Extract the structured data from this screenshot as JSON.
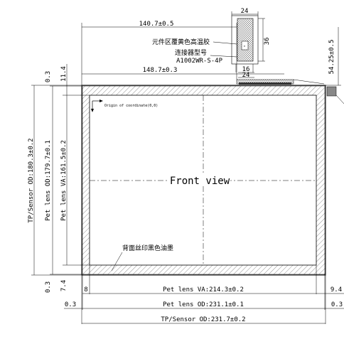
{
  "drawing": {
    "view_label": "Front view",
    "origin_label": "Origin of coordinate(0,0)",
    "notes": {
      "tape_note": "元件区覆黄色高温胶",
      "connector_title": "连接器型号",
      "connector_model": "A1002WR-S-4P",
      "ink_note": "背面丝印黑色油墨"
    },
    "dimensions": {
      "top_140": "140.7±0.5",
      "top_148": "148.7±0.3",
      "conn_24_top": "24",
      "conn_24_bottom": "24",
      "conn_16": "16",
      "conn_36": "36",
      "right_54": "54.25±0.5",
      "left_03_top": "0.3",
      "left_114": "11.4",
      "tp_od_v": "TP/Sensor OD:180.3±0.2",
      "pet_od_v": "Pet lens OD:179.7±0.1",
      "pet_va_v": "Pet lens VA:161.5±0.2",
      "left_03_bottom": "0.3",
      "left_74": "7.4",
      "bottom_8": "8",
      "pet_va_h": "Pet lens VA:214.3±0.2",
      "right_94": "9.4",
      "bottom_03_left": "0.3",
      "pet_od_h": "Pet lens OD:231.1±0.1",
      "bottom_03_right": "0.3",
      "tp_od_h": "TP/Sensor OD:231.7±0.2"
    }
  }
}
